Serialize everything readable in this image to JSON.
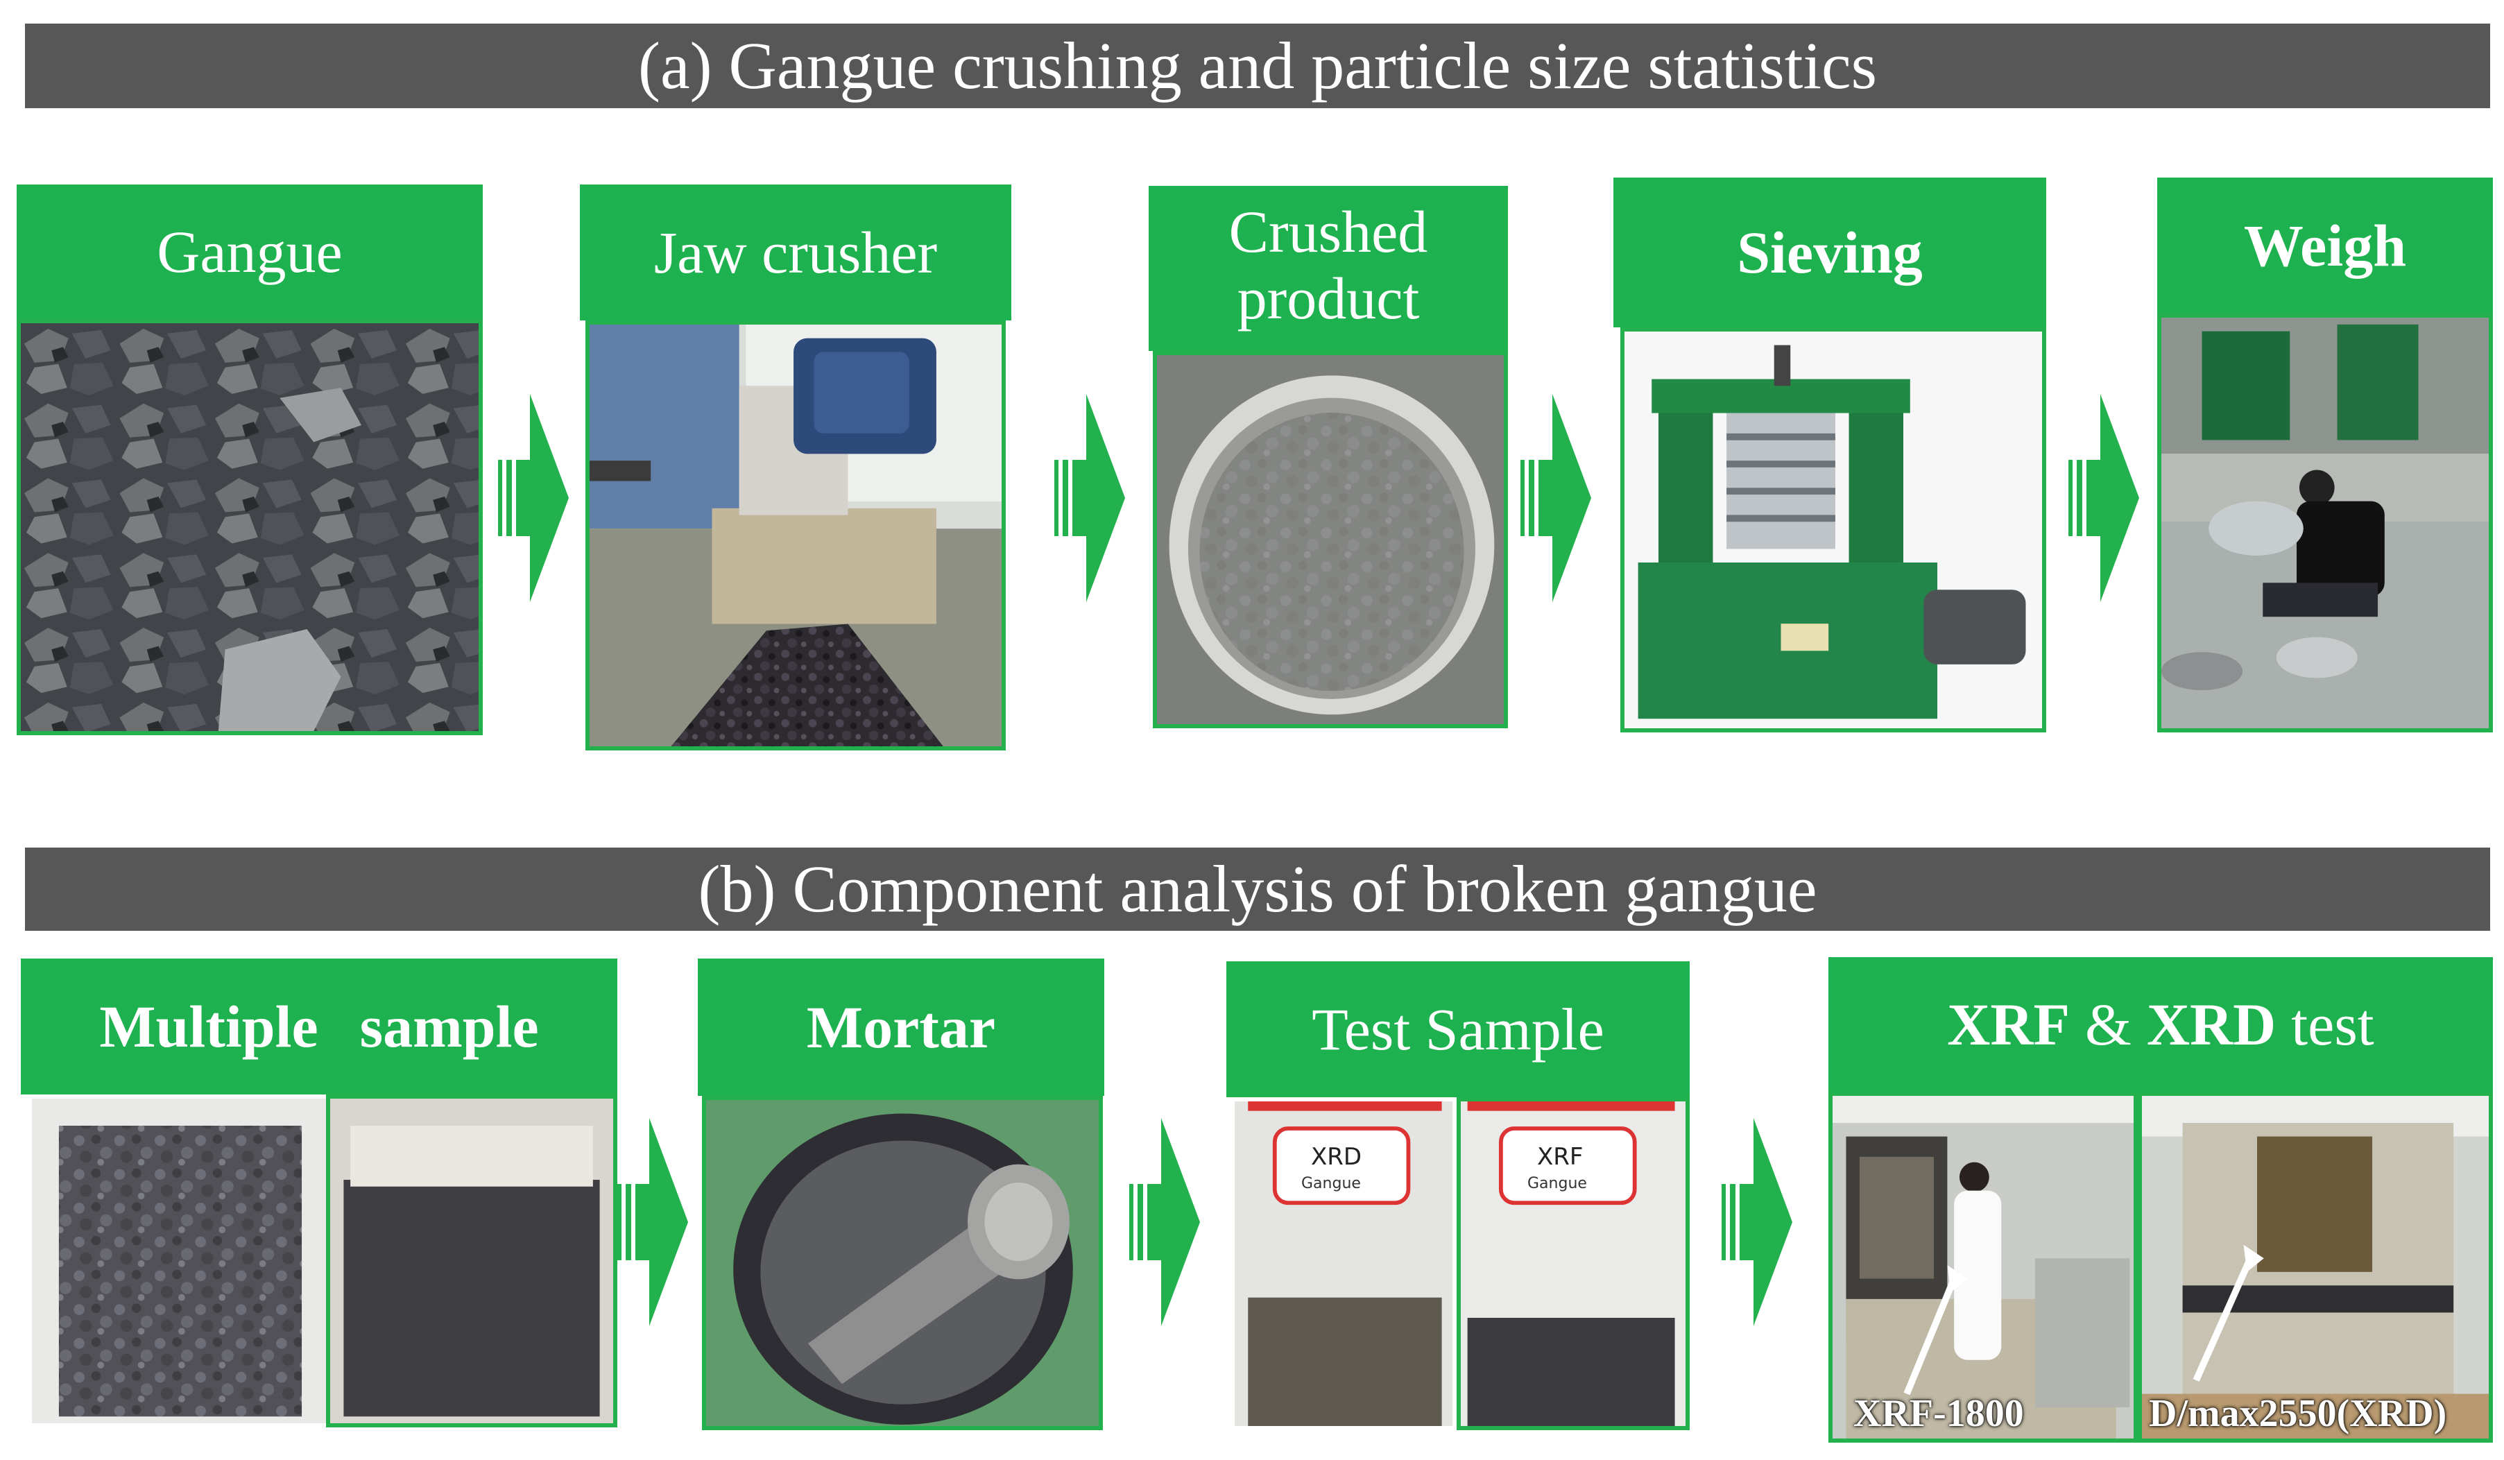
{
  "panel_a": {
    "title": "(a) Gangue crushing and particle size statistics",
    "steps": [
      {
        "label": "Gangue"
      },
      {
        "label": "Jaw crusher"
      },
      {
        "label_line1": "Crushed",
        "label_line2": "product"
      },
      {
        "label": "Sieving"
      },
      {
        "label": "Weigh"
      }
    ]
  },
  "panel_b": {
    "title": "(b) Component analysis of broken gangue",
    "steps": [
      {
        "label_word1": "Multiple",
        "label_word2": "sample"
      },
      {
        "label": "Mortar"
      },
      {
        "label": "Test Sample",
        "bag_labels": [
          "XRD",
          "XRF"
        ],
        "bag_sublabels": [
          "Gangue",
          "Gangue"
        ]
      },
      {
        "label_xrf": "XRF",
        "label_amp": "&",
        "label_xrd": "XRD",
        "label_test": "test",
        "captions": [
          "XRF-1800",
          "D/max2550(XRD)"
        ]
      }
    ]
  },
  "colors": {
    "banner": "#575757",
    "label_green": "#1eb14f",
    "arrow_green": "#22b14c",
    "border_green": "#22b14c"
  },
  "icons": [
    "arrow-right-icon"
  ]
}
